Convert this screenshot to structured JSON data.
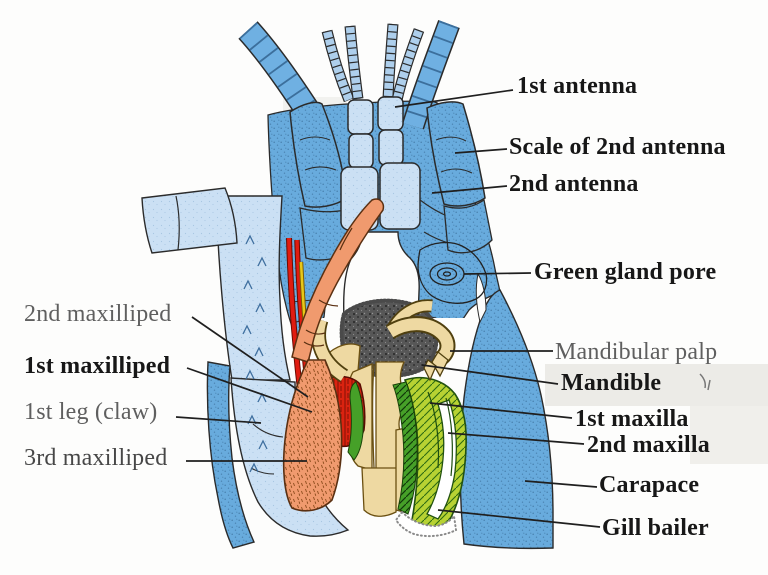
{
  "labels": {
    "first_antenna": "1st antenna",
    "scale_of_second_antenna": "Scale of 2nd antenna",
    "second_antenna": "2nd antenna",
    "green_gland_pore": "Green gland pore",
    "mandibular_palp": "Mandibular palp",
    "mandible": "Mandible",
    "first_maxilla": "1st maxilla",
    "second_maxilla": "2nd maxilla",
    "carapace": "Carapace",
    "gill_bailer": "Gill bailer",
    "second_maxilliped": "2nd maxilliped",
    "first_maxilliped": "1st maxilliped",
    "first_leg_claw": "1st leg (claw)",
    "third_maxilliped": "3rd maxilliped"
  },
  "colors": {
    "mid_blue": "#68abdd",
    "pale_blue": "#cbe0f4",
    "flagellum_blue": "#aecfec",
    "salmon": "#f09a6e",
    "bright_red": "#da2310",
    "orange": "#e86616",
    "yellow_green": "#b7d233",
    "dark_green": "#46a028",
    "tan": "#eed9a2",
    "gray_mass": "#575757",
    "vessel_red": "#e01c10",
    "vessel_yellow": "#e8c818",
    "label_black": "#171717",
    "label_gray": "#5f5f5f",
    "outline": "#2b2b2b"
  }
}
